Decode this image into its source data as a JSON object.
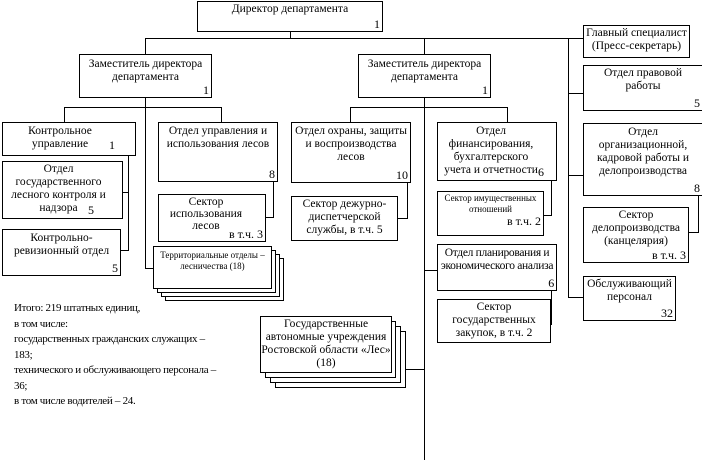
{
  "director": {
    "title": "Директор департамента",
    "count": "1"
  },
  "chief_specialist": {
    "title": "Главный специалист (Пресс-секретарь)"
  },
  "deputy_left": {
    "title": "Заместитель директора департамента",
    "count": "1"
  },
  "deputy_right": {
    "title": "Заместитель директора департамента",
    "count": "1"
  },
  "control_dept": {
    "title": "Контрольное управление",
    "count": "1"
  },
  "state_forest_control": {
    "title": "Отдел государственного лесного контроля и надзора",
    "count": "5"
  },
  "audit_dept": {
    "title": "Контрольно-ревизионный отдел",
    "count": "5"
  },
  "forest_management": {
    "title": "Отдел управления и использования лесов",
    "count": "8"
  },
  "forest_use_sector": {
    "title": "Сектор использования лесов",
    "count": "в т.ч. 3"
  },
  "territorial": {
    "title": "Территориальные отделы – лесничества (18)"
  },
  "forest_protection": {
    "title": "Отдел охраны, защиты и воспроизводства лесов",
    "count": "10"
  },
  "dispatch_sector": {
    "title": "Сектор дежурно-диспетчерской службы, в т.ч. 5"
  },
  "finance_dept": {
    "title": "Отдел финансирования, бухгалтерского учета и отчетности",
    "count": "6"
  },
  "property_sector": {
    "title": "Сектор имущественных отношений",
    "count": "в т.ч. 2"
  },
  "planning_dept": {
    "title": "Отдел планирования и экономического анализа",
    "count": "6"
  },
  "procurement_sector": {
    "title": "Сектор государственных закупок, в т.ч. 2"
  },
  "autonomous": {
    "title": "Государственные автономные учреждения Ростовской области «Лес» (18)"
  },
  "legal_dept": {
    "title": "Отдел правовой работы",
    "count": "5"
  },
  "org_dept": {
    "title": "Отдел организационной, кадровой работы и делопроизводства",
    "count": "8"
  },
  "office_sector": {
    "title": "Сектор делопроизводства (канцелярия)",
    "count": "в т.ч. 3"
  },
  "service_staff": {
    "title": "Обслуживающий персонал",
    "count": "32"
  },
  "summary": {
    "lines": [
      "Итого: 219 штатных единиц,",
      "в том числе:",
      "государственных гражданских служащих –",
      "183;",
      "технического и обслуживающего персонала –",
      "36;",
      "в том числе водителей – 24."
    ]
  }
}
